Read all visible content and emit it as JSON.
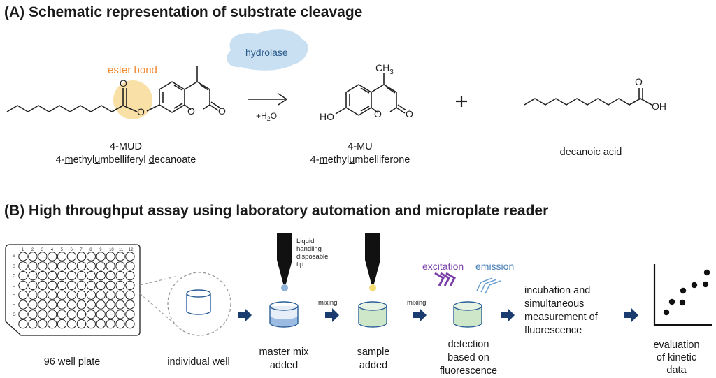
{
  "section_a": {
    "heading": "(A) Schematic representation of substrate cleavage",
    "ester_bond": "ester bond",
    "enzyme": "hydrolase",
    "water": "+H",
    "water_sub": "2",
    "water_end": "O",
    "plus": "+",
    "ch3": "CH",
    "ch3_sub": "3",
    "ho": "HO",
    "oh": "OH",
    "o": "O",
    "substrate_abbr": "4-MUD",
    "substrate_name": [
      {
        "t": "4-",
        "u": false
      },
      {
        "t": "m",
        "u": true
      },
      {
        "t": "ethyl",
        "u": false
      },
      {
        "t": "u",
        "u": true
      },
      {
        "t": "mbelliferyl ",
        "u": false
      },
      {
        "t": "d",
        "u": true
      },
      {
        "t": "ecanoate",
        "u": false
      }
    ],
    "product_abbr": "4-MU",
    "product_name": [
      {
        "t": "4-",
        "u": false
      },
      {
        "t": "m",
        "u": true
      },
      {
        "t": "ethyl",
        "u": false
      },
      {
        "t": "u",
        "u": true
      },
      {
        "t": "mbelliferone",
        "u": false
      }
    ],
    "acid_name": "decanoic acid"
  },
  "section_b": {
    "heading": "(B) High throughput assay using laboratory automation and microplate reader",
    "plate_cols": [
      "1",
      "2",
      "3",
      "4",
      "5",
      "6",
      "7",
      "8",
      "9",
      "10",
      "11",
      "12"
    ],
    "plate_rows": [
      "A",
      "B",
      "C",
      "D",
      "E",
      "F",
      "G",
      "H"
    ],
    "plate_label": "96 well plate",
    "well_label": "individual well",
    "tip_label": "Liquid\nhandling\ndisposable\ntip",
    "step1": "master mix\nadded",
    "mixing1": "mixing",
    "step2": "sample\nadded",
    "mixing2": "mixing",
    "excitation": "excitation",
    "emission": "emission",
    "step3": "detection\nbased on\nfluorescence",
    "incubation": "incubation and\nsimultaneous\nmeasurement of\nfluorescence",
    "evaluation": "evaluation\nof kinetic\ndata"
  },
  "colors": {
    "ester_highlight": "#f9e0a6",
    "enzyme_cloud": "#c9e0f2",
    "arrow_navy": "#1b3c6e",
    "well_outline": "#2b5f98",
    "master_mix": "#9cbbe3",
    "sample": "#cfe7c9",
    "drop_blue": "#8fb3d9",
    "drop_yellow": "#f3dc74",
    "excitation": "#7a3fa8",
    "emission": "#6ca1d3"
  }
}
